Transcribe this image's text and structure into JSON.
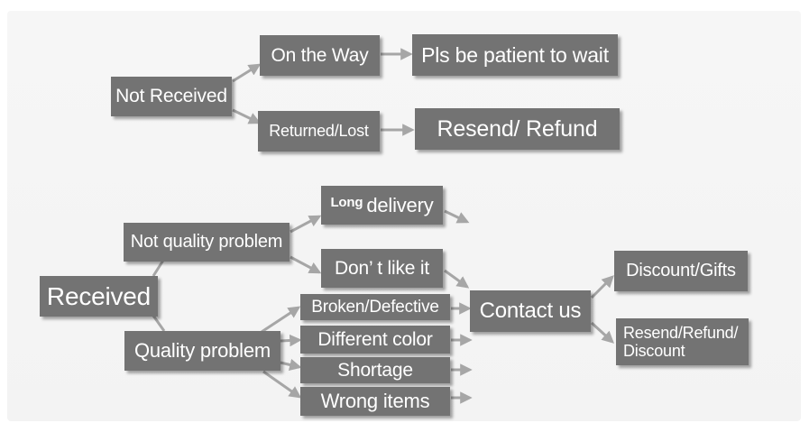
{
  "diagram": {
    "not_received": {
      "label": "Not Received",
      "on_the_way": "On the Way",
      "patient": "Pls be patient to wait",
      "returned_lost": "Returned/Lost",
      "resend_refund": "Resend/ Refund"
    },
    "received": {
      "label": "Received",
      "not_quality_problem": "Not quality problem",
      "long_delivery_a": "Long",
      "long_delivery_b": "delivery",
      "dont_like": "Don’ t like it",
      "quality_problem": "Quality problem",
      "broken": "Broken/Defective",
      "different_color": "Different color",
      "shortage": "Shortage",
      "wrong_items": "Wrong items"
    },
    "contact_us": "Contact us",
    "discount_gifts": "Discount/Gifts",
    "resend_refund_discount_1": "Resend/Refund/",
    "resend_refund_discount_2": "Discount"
  },
  "colors": {
    "box_fill": "#737373",
    "box_text": "#ffffff",
    "arrow": "#a6a6a6",
    "background": "#f4f4f4"
  }
}
